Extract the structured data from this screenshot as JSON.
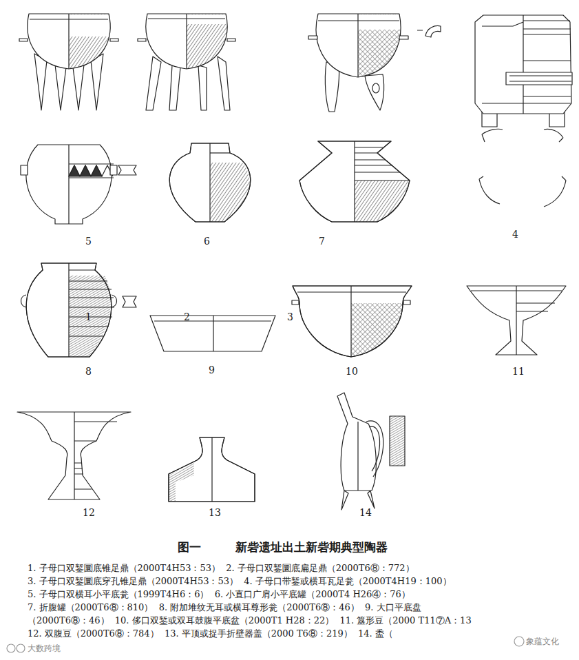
{
  "diagram": {
    "title": "图一 新砦遗址出土新砦期典型陶器",
    "labels": [
      "1",
      "2",
      "3",
      "4",
      "5",
      "6",
      "7",
      "8",
      "9",
      "10",
      "11",
      "12",
      "13",
      "14",
      "1. 子母口双錾圜底锥足鼎（2000T4H53：53）  2. 子母口双錾圜底扁足鼎（2000T6⑧：772）",
      "3. 子母口双錾圜底穿孔锥足鼎（2000T4H53：53）  4. 子母口带錾或横耳瓦足瓮（2000T4H19：100）",
      "5. 子母口双横耳小平底瓮（1999T4H6：6）  6. 小直口广肩小平底罐（2000T4 H26④：76）",
      "7. 折腹罐（2000T6⑧：810）  8. 附加堆纹无耳或横耳尊形瓮（2000T6⑧：46）  9. 大口平底盘",
      "（2000T6⑧：46）  10. 侈口双錾或双耳鼓腹平底盆（2000T1 H28：22）  11. 簋形豆（2000 T11⑦A：13",
      "12. 双腹豆（2000T6⑧：784）  13. 平顶或捉手折壁器盖（2000 T6⑧：219）  14. 盉（",
      "大数跨境",
      "象蕴文化"
    ]
  }
}
